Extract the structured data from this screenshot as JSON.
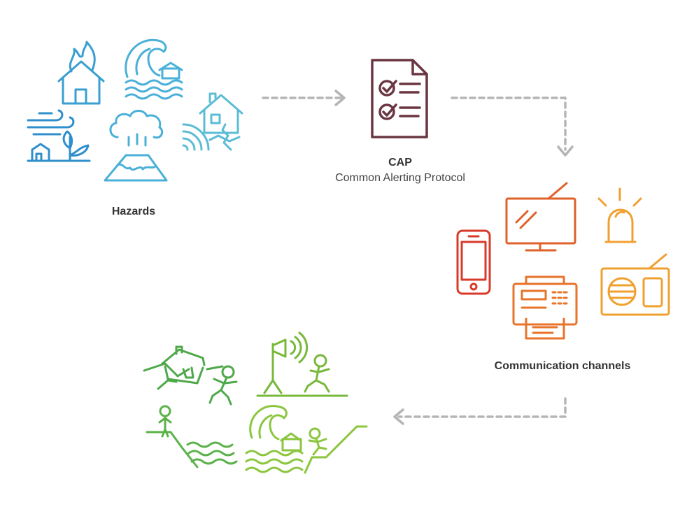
{
  "labels": {
    "hazards": "Hazards",
    "cap_title": "CAP",
    "cap_subtitle": "Common Alerting Protocol",
    "channels": "Communication channels"
  },
  "colors": {
    "hazards": "#3a9fd0",
    "hazards_light": "#5bbcd6",
    "cap": "#6a3642",
    "channels_red": "#d83a2a",
    "channels_orange": "#e8732a",
    "channels_amber": "#f0a030",
    "actions_green": "#5bb24a",
    "actions_light": "#8cc63f",
    "arrow": "#b5b5b5"
  },
  "icons": {
    "hazards": [
      "house-fire-icon",
      "tsunami-icon",
      "storm-wind-icon",
      "volcano-icon",
      "earthquake-icon"
    ],
    "cap": "checklist-document-icon",
    "channels": [
      "smartphone-icon",
      "television-icon",
      "siren-light-icon",
      "fax-machine-icon",
      "radio-icon"
    ],
    "actions": [
      "flood-evacuation-icon",
      "siren-alert-run-icon",
      "climb-high-ground-icon",
      "tsunami-escape-icon"
    ]
  }
}
